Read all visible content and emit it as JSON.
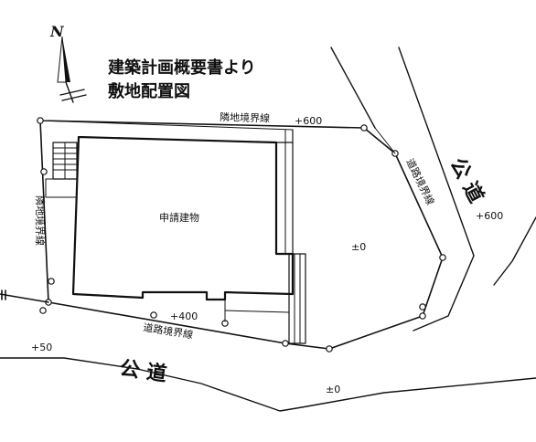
{
  "title": {
    "line1": "建築計画概要書より",
    "line2": "敷地配置図"
  },
  "north_label": "N",
  "building_label": "申請建物",
  "boundary_labels": {
    "neighbor_top": "隣地境界線",
    "neighbor_left": "隣地境界線",
    "road_bottom": "道路境界線",
    "road_right": "道路境界線"
  },
  "road_labels": {
    "bottom": "公 道",
    "right": "公 道"
  },
  "elevations": {
    "top": "+600",
    "right_road": "+600",
    "site_center": "±0",
    "front": "+400",
    "left_road": "+50",
    "bottom_road": "±0"
  }
}
